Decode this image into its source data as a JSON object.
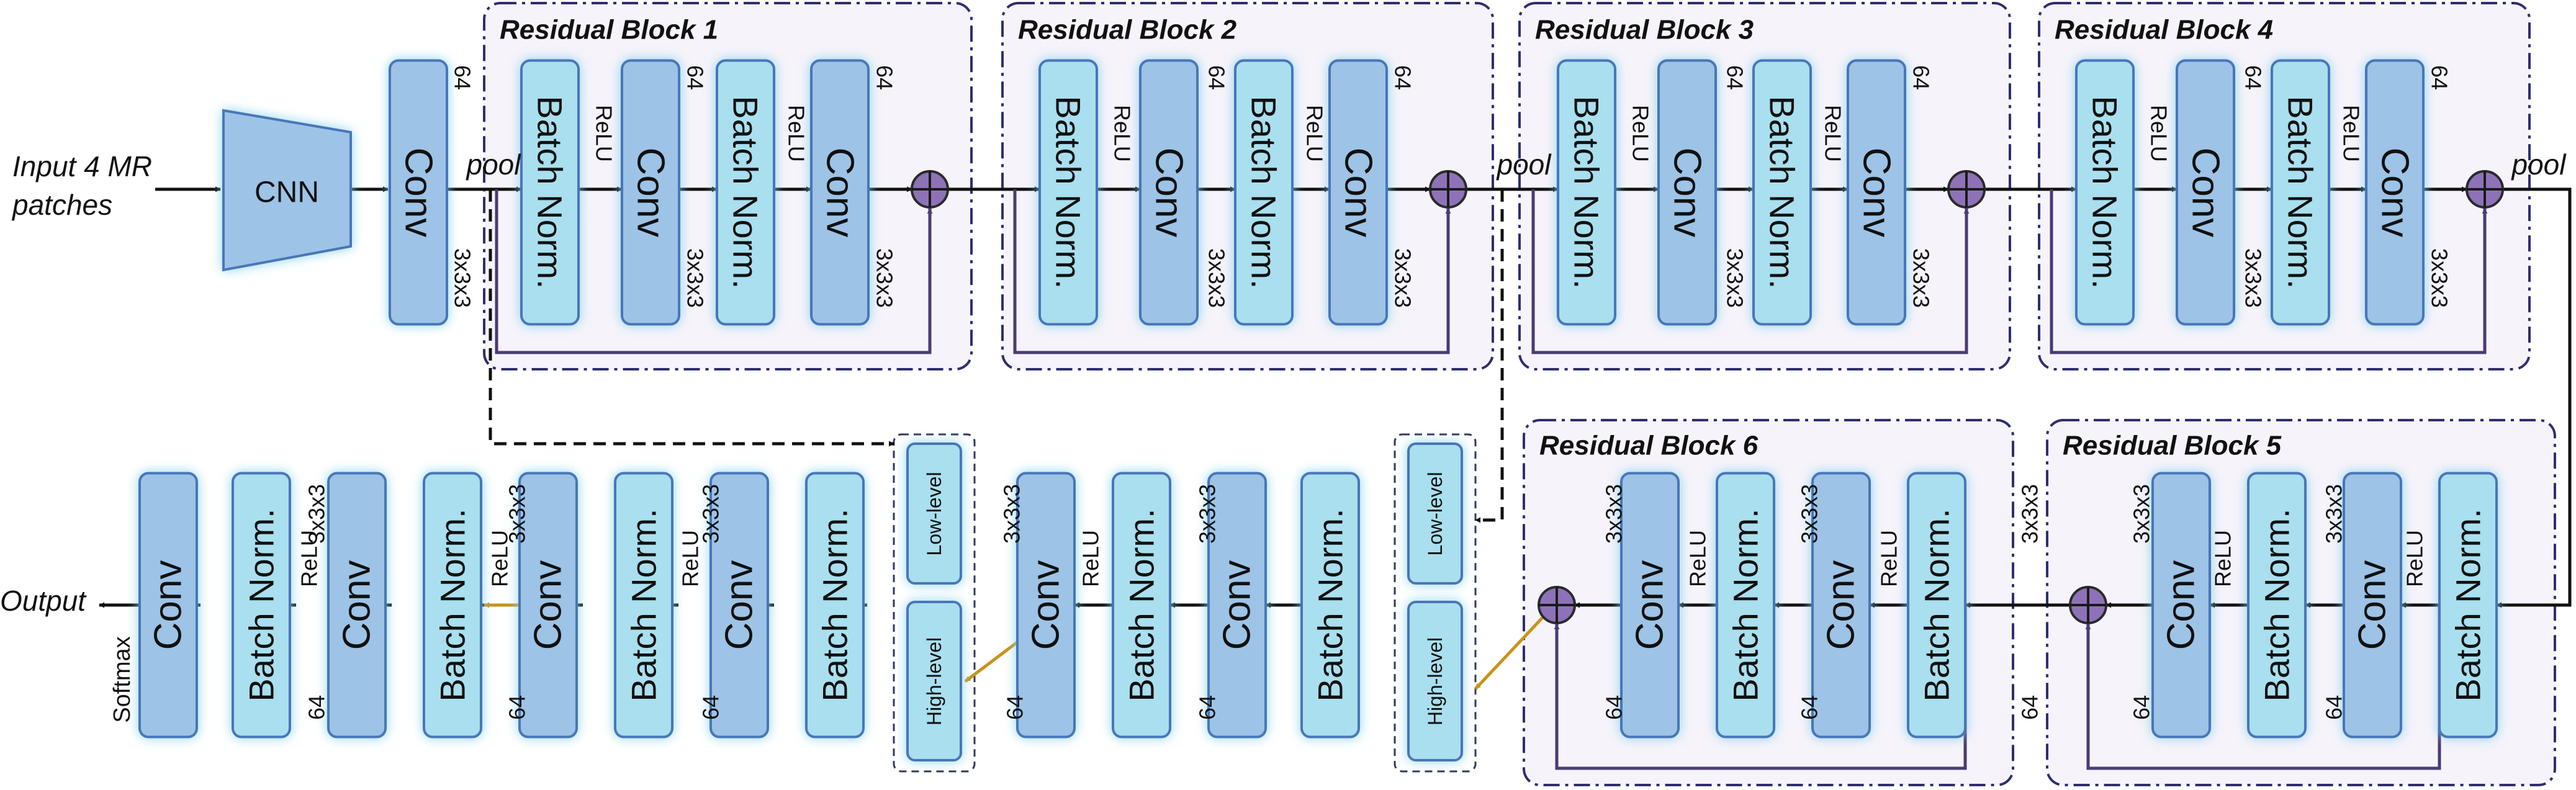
{
  "input_label_lines": [
    "Input 4 MR",
    "patches"
  ],
  "output_label": "Output",
  "softmax_label": "Softmax",
  "cnn_label": "CNN",
  "pool_label": "pool",
  "conv_label": "Conv",
  "bn_label": "Batch Norm.",
  "relu_label": "ReLU",
  "kernel_label": "3x3x3",
  "channels_label": "64",
  "low_level_label": "Low-level",
  "high_level_label": "High-level",
  "blocks": [
    {
      "title": "Residual Block 1"
    },
    {
      "title": "Residual Block 2"
    },
    {
      "title": "Residual Block 3"
    },
    {
      "title": "Residual Block 4"
    },
    {
      "title": "Residual Block 5"
    },
    {
      "title": "Residual Block 6"
    }
  ],
  "colors": {
    "conv_fill": "#9dc3e6",
    "bn_fill": "#a9dfee",
    "box_stroke": "#4a76b8",
    "block_bg": "#f6f3fa",
    "block_border": "#2e2e6e",
    "adder_fill": "#8e72b8",
    "skip_line": "#4b3a73",
    "high_arrow": "#c8921a",
    "arrow": "#111111"
  }
}
